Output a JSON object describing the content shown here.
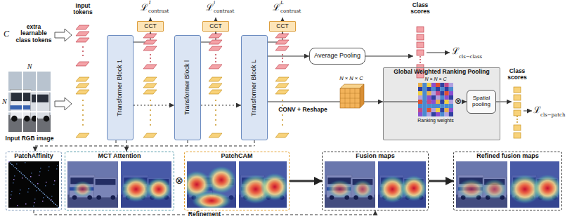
{
  "diagram": {
    "nodes": [
      {
        "text": [
          "CCT"
        ]
      },
      {
        "text": [
          "CCT"
        ]
      },
      {
        "text": [
          "CCT"
        ]
      },
      {
        "text": [
          "Transformer Block 1"
        ]
      },
      {
        "text": [
          "Transformer Block l"
        ]
      },
      {
        "text": [
          "Transformer Block L"
        ]
      },
      {
        "text": [
          "Average Pooling"
        ]
      },
      {
        "text": [
          "Global Weighted Ranking Pooling"
        ]
      },
      {
        "text": [
          "Spatial pooling"
        ],
        "in": 7
      },
      {
        "text": [
          "PatchAffinity"
        ]
      },
      {
        "text": [
          "MCT Attention"
        ]
      },
      {
        "text": [
          "PatchCAM"
        ]
      },
      {
        "text": [
          "Fusion maps"
        ]
      },
      {
        "text": [
          "Refined fusion maps"
        ]
      }
    ],
    "edges": [
      {
        "from": 3,
        "to": 4,
        "arrow": "to"
      },
      {
        "from": 4,
        "to": 5,
        "arrow": "to"
      },
      {
        "from": 3,
        "to": 0,
        "arrow": "to"
      },
      {
        "from": 4,
        "to": 1,
        "arrow": "to"
      },
      {
        "from": 5,
        "to": 2,
        "arrow": "to"
      },
      {
        "from": 5,
        "to": 6,
        "arrow": "to"
      },
      {
        "from": 5,
        "to": 7,
        "label": "CONV + Reshape",
        "arrow": "to"
      },
      {
        "from": 11,
        "to": 12,
        "arrow": "to"
      },
      {
        "from": 12,
        "to": 13,
        "arrow": "to"
      },
      {
        "from": 9,
        "to": 12,
        "label": "Refinement",
        "arrow": "to"
      },
      {
        "from": 3,
        "to": 9,
        "arrow": "to"
      },
      {
        "from": 3,
        "to": 10,
        "arrow": "to"
      }
    ],
    "labels": [
      "C",
      "extra learnable class tokens",
      "N",
      "N",
      "Input RGB image",
      "Input tokens",
      "ℒ",
      "1",
      "contrast",
      "ℒ",
      "i",
      "contrast",
      "ℒ",
      "L",
      "contrast",
      "Class scores",
      "ℒ",
      "cls−class",
      "N × N × C",
      "N × N × C",
      "Ranking weights",
      "⊗",
      "Class scores",
      "ℒ",
      "cls−patch",
      "⊗"
    ]
  }
}
